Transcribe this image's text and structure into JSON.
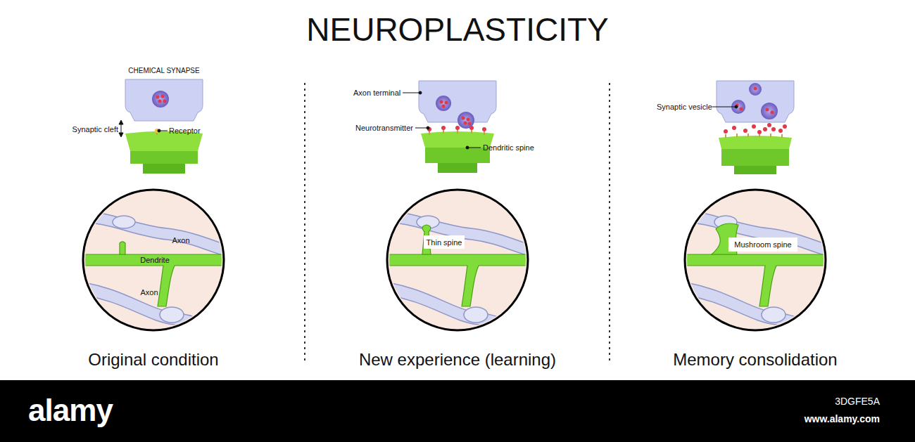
{
  "diagram": {
    "title": "NEUROPLASTICITY",
    "labels": [
      "CHEMICAL SYNAPSE",
      "Synaptic cleft",
      "Receptor",
      "Axon",
      "Dendrite",
      "Axon",
      "Original condition",
      "Axon terminal",
      "Neurotransmitter",
      "Dendritic spine",
      "Thin spine",
      "New experience (learning)",
      "Synaptic vesicle",
      "Mushroom spine",
      "Memory consolidation",
      "alamy",
      "3DGFE5A",
      "www.alamy.com"
    ]
  }
}
